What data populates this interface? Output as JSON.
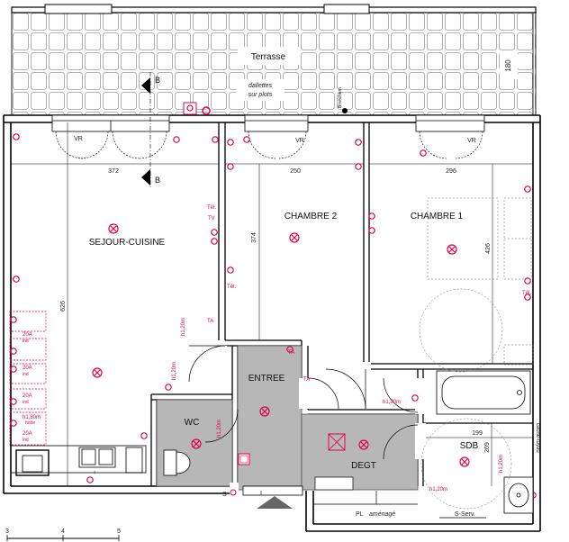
{
  "rooms": {
    "terrace": "Terrasse",
    "terrace_note_1": "dallettes",
    "terrace_note_2": "sur plots",
    "sejour": "SEJOUR-CUISINE",
    "chambre2": "CHAMBRE 2",
    "chambre1": "CHAMBRE 1",
    "entree": "ENTREE",
    "wc": "WC",
    "degt": "DEGT",
    "sdb": "SDB"
  },
  "dimensions": {
    "terrace_depth": "180",
    "sejour_width": "372",
    "chambre2_width": "250",
    "chambre1_width": "296",
    "sejour_depth": "626",
    "chambre2_depth": "374",
    "chambre1_depth": "426",
    "sdb_width": "199",
    "sdb_depth": "269"
  },
  "markers": {
    "section": "B",
    "vr": "VR",
    "tel": "Tél.",
    "ta": "TA",
    "tv": "TV",
    "h_120": "h1,20m",
    "h_180": "h1,80m",
    "amp_20a": "20A",
    "amp_note": "ind",
    "amp_note_2": "hotte",
    "placard": "PL",
    "amenage": "aménagé",
    "sserv": "S-Serv.",
    "cache_tuyau": "cache-tuyau",
    "s": "S",
    "plus": "+",
    "brancher": "Branchem."
  },
  "scale": {
    "t0": "3",
    "t1": "4",
    "t2": "5"
  },
  "colors": {
    "wall": "#000000",
    "electrical": "#e0004a",
    "tile": "#888888",
    "wet_floor": "#b7b7b7"
  }
}
